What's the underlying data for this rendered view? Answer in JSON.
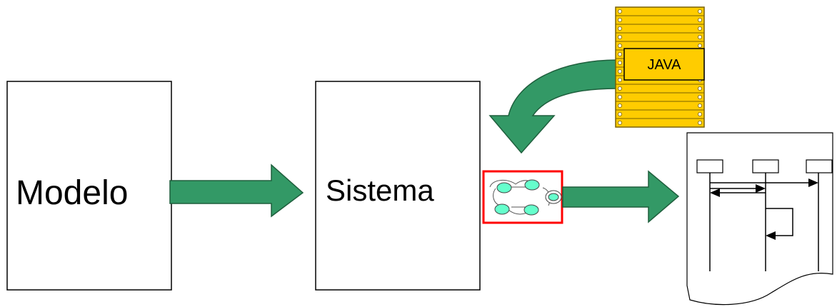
{
  "diagram": {
    "model_box": {
      "label": "Modelo"
    },
    "system_box": {
      "label": "Sistema"
    },
    "java_stack": {
      "label": "JAVA"
    },
    "colors": {
      "arrow_fill": "#339966",
      "arrow_stroke": "#1f5f3d",
      "box_stroke": "#000000",
      "java_fill": "#ffcc00",
      "java_stroke": "#7a6200",
      "automaton_frame": "#ff0000",
      "state_fill": "#66ffcc"
    }
  }
}
